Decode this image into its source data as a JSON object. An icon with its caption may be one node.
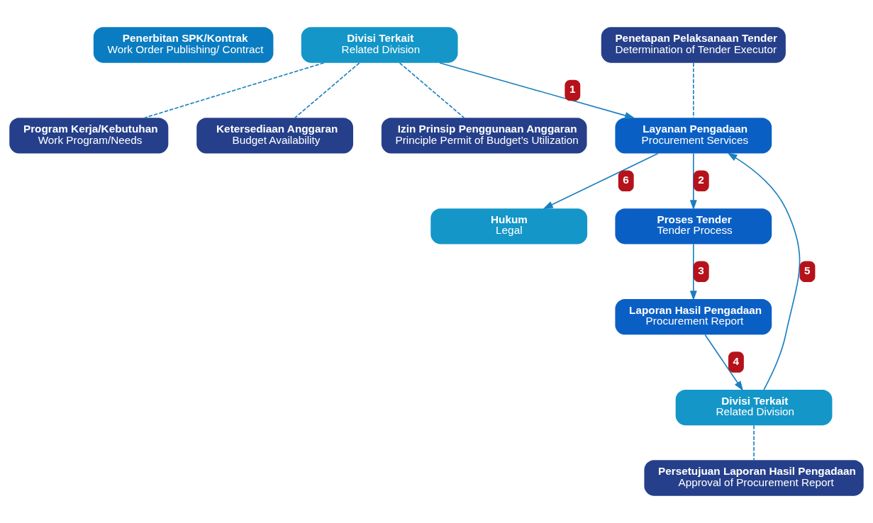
{
  "diagram": {
    "nodes": [
      {
        "text": [
          "Penerbitan SPK/Kontrak",
          "Work Order Publishing/ Contract"
        ]
      },
      {
        "text": [
          "Program Kerja/Kebutuhan",
          "Work Program/Needs"
        ]
      },
      {
        "text": [
          "Divisi Terkait",
          "Related Division"
        ]
      },
      {
        "text": [
          "Ketersediaan Anggaran",
          "Budget Availability"
        ]
      },
      {
        "text": [
          "Izin Prinsip Penggunaan Anggaran",
          "Principle Permit of Budget’s Utilization"
        ]
      },
      {
        "text": [
          "Hukum",
          "Legal"
        ]
      },
      {
        "text": [
          "Layanan Pengadaan",
          "Procurement Services"
        ]
      },
      {
        "text": [
          "Penetapan Pelaksanaan Tender",
          "Determination of Tender Executor"
        ]
      },
      {
        "text": [
          "Proses Tender",
          "Tender Process"
        ]
      },
      {
        "text": [
          "Divisi Terkait",
          "Related Division"
        ]
      },
      {
        "text": [
          "Persetujuan Laporan Hasil Pengadaan",
          "Approval of Procurement Report"
        ]
      },
      {
        "text": [
          "Laporan Hasil Pengadaan",
          "Procurement Report"
        ]
      }
    ],
    "edges": [
      {
        "from": 2,
        "to": 1,
        "arrow": "none",
        "style": "dashed"
      },
      {
        "from": 2,
        "to": 3,
        "arrow": "none",
        "style": "dashed"
      },
      {
        "from": 2,
        "to": 4,
        "arrow": "none",
        "style": "dashed"
      },
      {
        "from": 2,
        "to": 6,
        "arrow": "to",
        "label": "1"
      },
      {
        "from": 6,
        "to": 5,
        "arrow": "to",
        "label": "6"
      },
      {
        "from": 9,
        "to": 6,
        "arrow": "to",
        "label": "5"
      },
      {
        "from": 7,
        "to": 6,
        "arrow": "none",
        "style": "dashed"
      },
      {
        "from": 6,
        "to": 8,
        "arrow": "to",
        "label": "2"
      },
      {
        "from": 9,
        "to": 10,
        "arrow": "none",
        "style": "dashed"
      },
      {
        "from": 8,
        "to": 11,
        "arrow": "to",
        "label": "3"
      },
      {
        "from": 11,
        "to": 9,
        "arrow": "to",
        "label": "4"
      }
    ]
  }
}
